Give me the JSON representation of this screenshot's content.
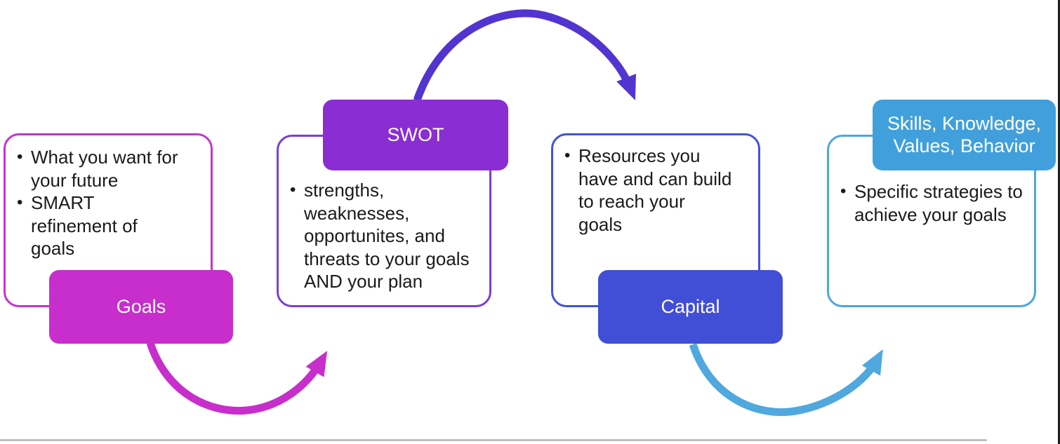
{
  "frame": {
    "background": "#FFFFFF",
    "bottom_line_color": "#BFBFBF",
    "right_edge_color": "#1F1F1F"
  },
  "diagram": {
    "bullet_char": "•",
    "text_color": "#1A1A1A",
    "steps": [
      {
        "id": "goals",
        "label": "Goals",
        "label_position": "bottom",
        "bullets": [
          "What you want for your future",
          "SMART refinement of goals"
        ],
        "colors": {
          "fill": "#C72ECB",
          "border": "#C435CC",
          "label_text": "#FFFFFF"
        }
      },
      {
        "id": "swot",
        "label": "SWOT",
        "label_position": "top",
        "bullets": [
          "strengths, weaknesses, opportunites, and threats to your goals AND your plan"
        ],
        "colors": {
          "fill": "#8A2DD2",
          "border": "#7B3FD1",
          "label_text": "#FFFFFF"
        }
      },
      {
        "id": "capital",
        "label": "Capital",
        "label_position": "bottom",
        "bullets": [
          "Resources you have and can build to reach your goals"
        ],
        "colors": {
          "fill": "#414ED6",
          "border": "#4153D8",
          "label_text": "#FFFFFF"
        }
      },
      {
        "id": "skills-knowledge-values-behavior",
        "label": "Skills, Knowledge, Values, Behavior",
        "label_position": "top",
        "bullets": [
          "Specific strategies to achieve your goals"
        ],
        "colors": {
          "fill": "#41A0DB",
          "border": "#4FA5DC",
          "label_text": "#FFFFFF"
        }
      }
    ],
    "arrows": [
      {
        "id": "goals-to-swot",
        "color": "#C72ECB",
        "shape": "u-curve",
        "direction": "right-up"
      },
      {
        "id": "swot-to-capital",
        "color": "#5234D1",
        "shape": "arch",
        "direction": "right-down"
      },
      {
        "id": "capital-to-skills",
        "color": "#4FA8DE",
        "shape": "u-curve",
        "direction": "right-up"
      }
    ]
  }
}
